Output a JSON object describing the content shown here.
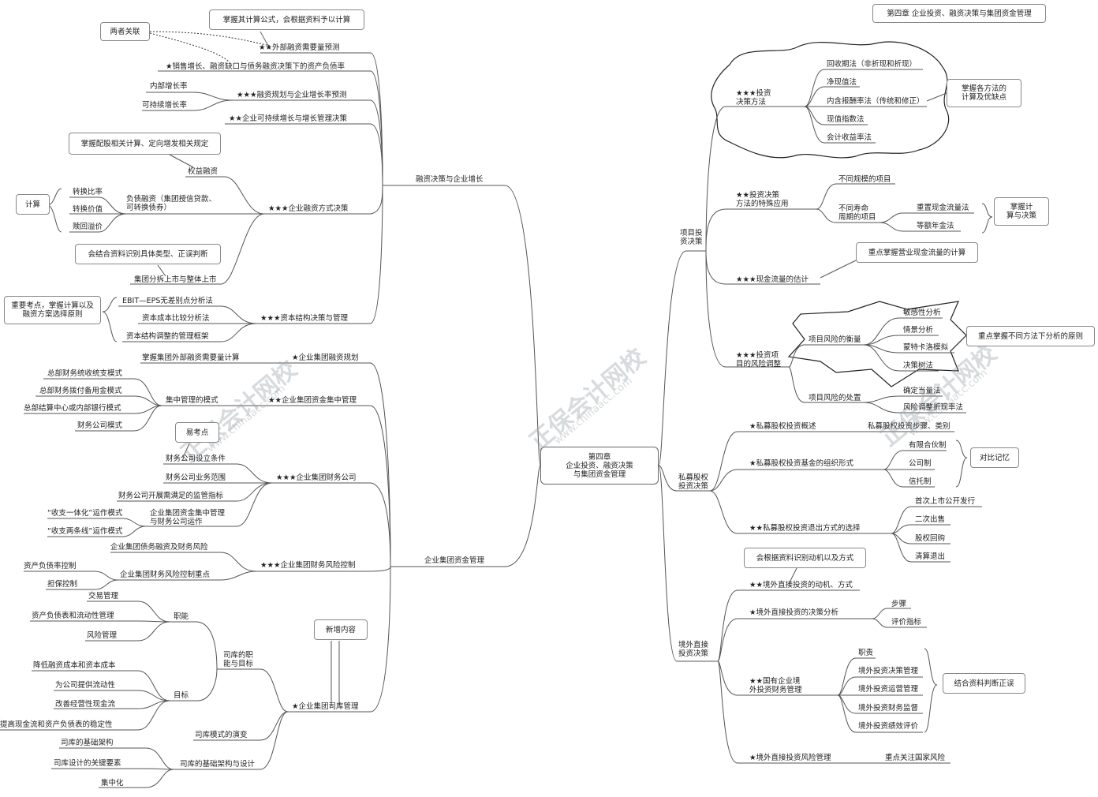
{
  "chapter_tag": "第四章 企业投资、融资决策与集团资金管理",
  "center": "第四章\n企业投资、融资决策\n与集团资金管理",
  "watermark": {
    "text": "正保会计网校",
    "url": "www.chinaacc.com"
  },
  "left": {
    "financing": {
      "title": "融资决策与企业增长",
      "note_relation": "两者关联",
      "note_formula": "掌握其计算公式，会根据资料予以计算",
      "ext_financing": "★★外部融资需要量预测",
      "ratio_item": "★销售增长、融资缺口与债务融资决策下的资产负债率",
      "internal_growth": "内部增长率",
      "sustainable_growth": "可持续增长率",
      "growth_plan": "★★★融资规划与企业增长率预测",
      "sustainable_decision": "★★企业可持续增长与增长管理决策",
      "note_rights": "掌握配股相关计算、定向增发相关规定",
      "equity": "权益融资",
      "calc": "计算",
      "conv_ratio": "转换比率",
      "conv_value": "转换价值",
      "redeem": "赎回溢价",
      "debt": "负债融资（集团授信贷款、\n可转换债券）",
      "methods": "★★★企业融资方式决策",
      "note_identify": "会结合资料识别具体类型、正误判断",
      "split_listing": "集团分拆上市与整体上市",
      "note_key": "重要考点，掌握计算以及\n融资方案选择原则",
      "ebit": "EBIT—EPS无差别点分析法",
      "cost_compare": "资本成本比较分析法",
      "adjust": "资本结构调整的管理框架",
      "structure": "★★★资本结构决策与管理"
    },
    "group": {
      "title": "企业集团资金管理",
      "plan_calc": "掌握集团外部融资需要量计算",
      "plan": "★企业集团融资规划",
      "mode1": "总部财务统收统支模式",
      "mode2": "总部财务拨付备用金模式",
      "mode3": "总部结算中心或内部银行模式",
      "mode4": "财务公司模式",
      "central_mode": "集中管理的模式",
      "central": "★★企业集团资金集中管理",
      "note_easy": "易考点",
      "fc_cond": "财务公司设立条件",
      "fc_scope": "财务公司业务范围",
      "fc_reg": "财务公司开展需满足的监管指标",
      "fc_one": "“收支一体化”运作模式",
      "fc_two": "“收支两条线”运作模式",
      "fc_central": "企业集团资金集中管理\n与财务公司运作",
      "finco": "★★★企业集团财务公司",
      "risk_debt": "企业集团债务融资及财务风险",
      "debt_ratio": "资产负债率控制",
      "guarantee": "担保控制",
      "risk_key": "企业集团财务风险控制重点",
      "risk": "★★★企业集团财务风险控制",
      "trade": "交易管理",
      "alm": "资产负债表和流动性管理",
      "riskmgmt": "风险管理",
      "func": "职能",
      "cost_red": "降低融资成本和资本成本",
      "liquidity": "为公司提供流动性",
      "cashflow": "改善经营性现金流",
      "stability": "提高现金流和资产负债表的稳定性",
      "goal": "目标",
      "role": "司库的职\n能与目标",
      "evolution": "司库模式的演变",
      "base_arch": "司库的基础架构",
      "key_design": "司库设计的关键要素",
      "centralize": "集中化",
      "arch_design": "司库的基础架构与设计",
      "note_new": "新增内容",
      "treasury": "★企业集团司库管理"
    }
  },
  "right": {
    "project": {
      "title": "项目投\n资决策",
      "methods": "★★★投资\n决策方法",
      "m1": "回收期法（非折现和折现）",
      "m2": "净现值法",
      "m3": "内含报酬率法（传统和修正）",
      "m4": "现值指数法",
      "m5": "会计收益率法",
      "note_methods": "掌握各方法的\n计算及优缺点",
      "special": "★★投资决策\n方法的特殊应用",
      "s1": "不同规模的项目",
      "s2": "不同寿命\n周期的项目",
      "s21": "重置现金流量法",
      "s22": "等额年金法",
      "note_special": "掌握计\n算与决策",
      "note_cash": "重点掌握营业现金流量的计算",
      "cash": "★★★现金流量的估计",
      "risk": "★★★投资项\n目的风险调整",
      "measure": "项目风险的衡量",
      "r1": "敏感性分析",
      "r2": "情景分析",
      "r3": "蒙特卡洛模拟",
      "r4": "决策树法",
      "note_risk": "重点掌握不同方法下分析的原则",
      "handle": "项目风险的处置",
      "h1": "确定当量法",
      "h2": "风险调整折现率法"
    },
    "pe": {
      "title": "私募股权\n投资决策",
      "overview": "★私募股权投资概述",
      "steps": "私募股权投资步骤、类别",
      "org": "★私募股权投资基金的组织形式",
      "o1": "有限合伙制",
      "o2": "公司制",
      "o3": "信托制",
      "note_org": "对比记忆",
      "exit": "★★私募股权投资退出方式的选择",
      "e1": "首次上市公开发行",
      "e2": "二次出售",
      "e3": "股权回购",
      "e4": "清算退出"
    },
    "fdi": {
      "title": "境外直接\n投资决策",
      "note_motive": "会根据资料识别动机以及方式",
      "motive": "★★境外直接投资的动机、方式",
      "decision": "★境外直接投资的决策分析",
      "d1": "步骤",
      "d2": "评价指标",
      "soe": "★★国有企业境\n外投资财务管理",
      "s1": "职责",
      "s2": "境外投资决策管理",
      "s3": "境外投资运营管理",
      "s4": "境外投资财务监督",
      "s5": "境外投资绩效评价",
      "note_soe": "结合资料判断正误",
      "riskmgmt": "★境外直接投资风险管理",
      "country": "重点关注国家风险"
    }
  }
}
